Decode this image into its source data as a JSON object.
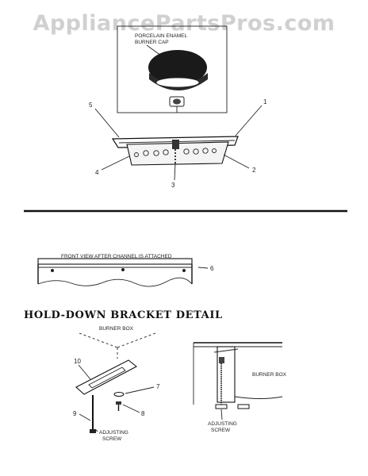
{
  "watermark": "AppliancePartsPros.com",
  "top_assembly": {
    "cap_label_line1": "PORCELAIN ENAMEL",
    "cap_label_line2": "BURNER CAP",
    "callouts": [
      "1",
      "2",
      "3",
      "4",
      "5"
    ]
  },
  "front_view": {
    "caption": "FRONT VIEW AFTER CHANNEL IS ATTACHED",
    "callout": "6"
  },
  "bracket_detail": {
    "heading": "HOLD-DOWN BRACKET DETAIL",
    "burner_box_top": "BURNER BOX",
    "burner_box_right": "BURNER BOX",
    "adjusting_screw_left_1": "ADJUSTING",
    "adjusting_screw_left_2": "SCREW",
    "adjusting_screw_right_1": "ADJUSTING",
    "adjusting_screw_right_2": "SCREW",
    "callouts": [
      "7",
      "8",
      "9",
      "10"
    ]
  }
}
